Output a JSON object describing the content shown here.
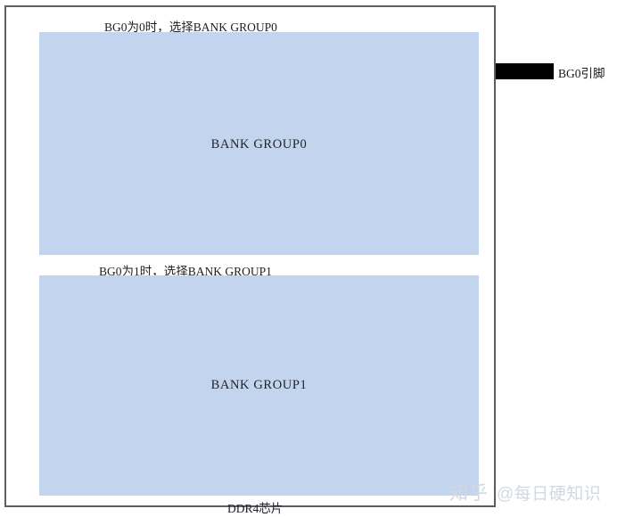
{
  "diagram": {
    "chip": {
      "name_label": "DDR4芯片",
      "blocks": [
        {
          "caption": "BG0为0时，选择BANK GROUP0",
          "label": "BANK  GROUP0",
          "fill_color": "#c3d5ee"
        },
        {
          "caption": "BG0为1时，选择BANK GROUP1",
          "label": "BANK  GROUP1",
          "fill_color": "#c3d5ee"
        }
      ],
      "border_color": "#5a5f66"
    },
    "pin": {
      "label": "BG0引脚",
      "color": "#000000"
    }
  },
  "watermark": {
    "brand": "知乎",
    "handle": "@每日硬知识"
  }
}
